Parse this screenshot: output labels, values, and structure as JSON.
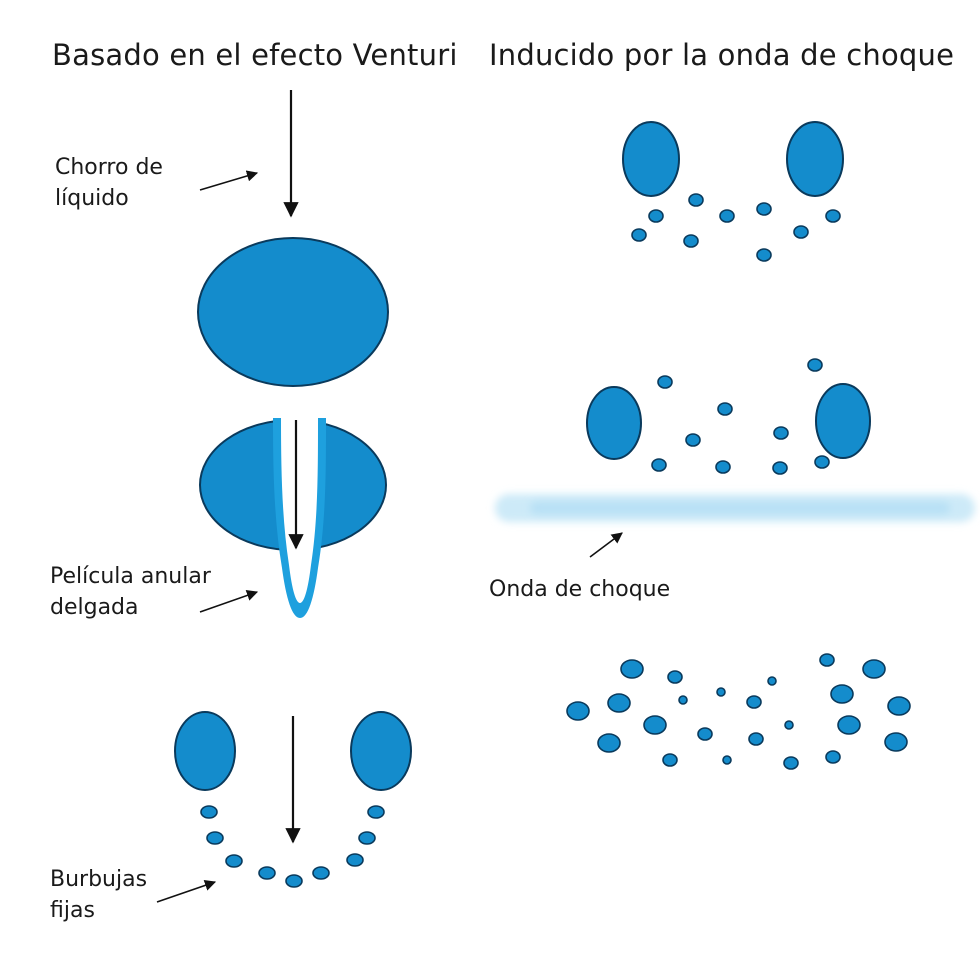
{
  "headings": {
    "left": "Basado en el efecto Venturi",
    "right": "Inducido por la onda de choque"
  },
  "labels": {
    "liquid_jet": [
      "Chorro de",
      "líquido"
    ],
    "annular_film": [
      "Película anular",
      "delgada"
    ],
    "fixed_bubbles": [
      "Burbujas",
      "fijas"
    ],
    "shock_wave": "Onda de choque"
  },
  "colors": {
    "droplet_fill": "#148ccc",
    "droplet_stroke": "#0a3a5c",
    "film": "#1ea0de",
    "shock_wave": "#cdeaf8",
    "arrow": "#111111"
  }
}
